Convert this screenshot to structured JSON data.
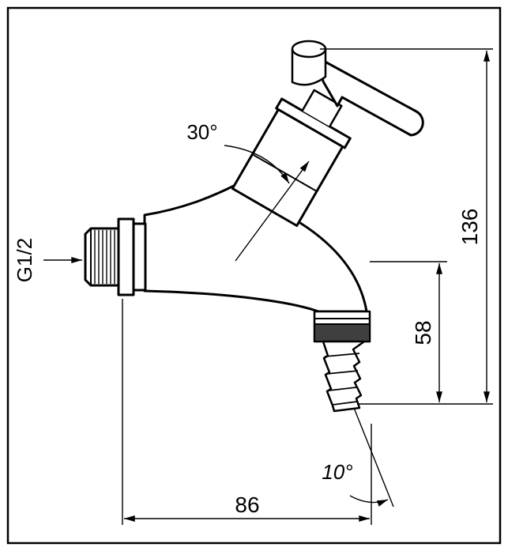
{
  "page": {
    "background_color": "#ffffff",
    "line_color": "#000000"
  },
  "drawing": {
    "type": "technical_dimension_drawing",
    "subject": "angled bib tap with lever handle, G1/2 thread and hose barb outlet",
    "labels": {
      "thread": "G1/2",
      "angle_body": "30°",
      "angle_outlet": "10°",
      "height_total": "136",
      "height_outlet": "58",
      "width_total": "86"
    }
  }
}
